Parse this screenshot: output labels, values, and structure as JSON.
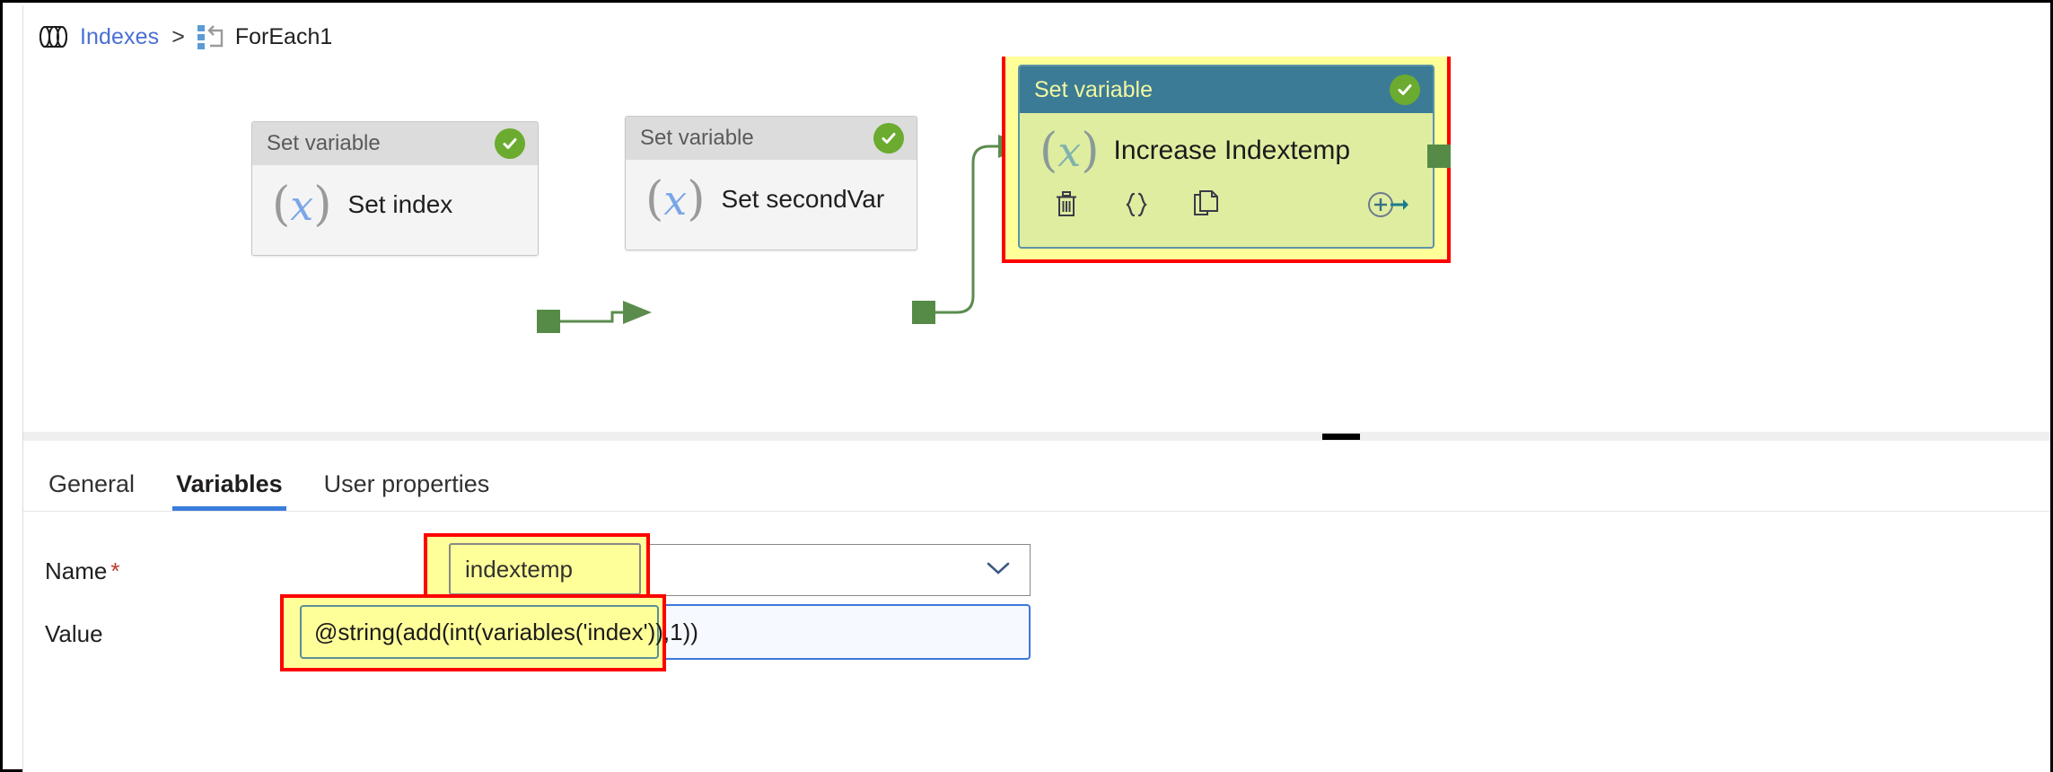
{
  "breadcrumb": {
    "pipeline_icon": "pipeline-icon",
    "root_label": "Indexes",
    "separator": ">",
    "activity_icon": "foreach-icon",
    "current_label": "ForEach1"
  },
  "canvas": {
    "nodes": [
      {
        "type_label": "Set variable",
        "name": "Set index",
        "status": "succeeded",
        "status_icon": "green-check-icon",
        "var_icon": "(x)",
        "selected": false
      },
      {
        "type_label": "Set variable",
        "name": "Set secondVar",
        "status": "succeeded",
        "status_icon": "green-check-icon",
        "var_icon": "(x)",
        "selected": false
      },
      {
        "type_label": "Set variable",
        "name": "Increase Indextemp",
        "status": "succeeded",
        "status_icon": "green-check-icon",
        "var_icon": "(x)",
        "selected": true,
        "actions": [
          {
            "name": "delete-activity",
            "icon": "trash-icon"
          },
          {
            "name": "view-code",
            "icon": "curly-braces-icon"
          },
          {
            "name": "clone-activity",
            "icon": "copy-icon"
          },
          {
            "name": "add-output-connection",
            "icon": "add-arrow-icon"
          }
        ]
      }
    ],
    "connector_color": "#5b8c4e",
    "highlight_color": "#ff0000",
    "highlight_fill": "#ffff99",
    "selected_header_color": "#3c7b96",
    "selected_body_color": "#dfeda0"
  },
  "panel": {
    "tabs": [
      {
        "label": "General",
        "active": false
      },
      {
        "label": "Variables",
        "active": true
      },
      {
        "label": "User properties",
        "active": false
      }
    ],
    "active_tab_underline_color": "#3a7ddd",
    "fields": {
      "name": {
        "label": "Name",
        "required_marker": "*",
        "value": "indextemp",
        "chevron_icon": "chevron-down-icon"
      },
      "value": {
        "label": "Value",
        "value": "@string(add(int(variables('index')),1))"
      }
    }
  }
}
